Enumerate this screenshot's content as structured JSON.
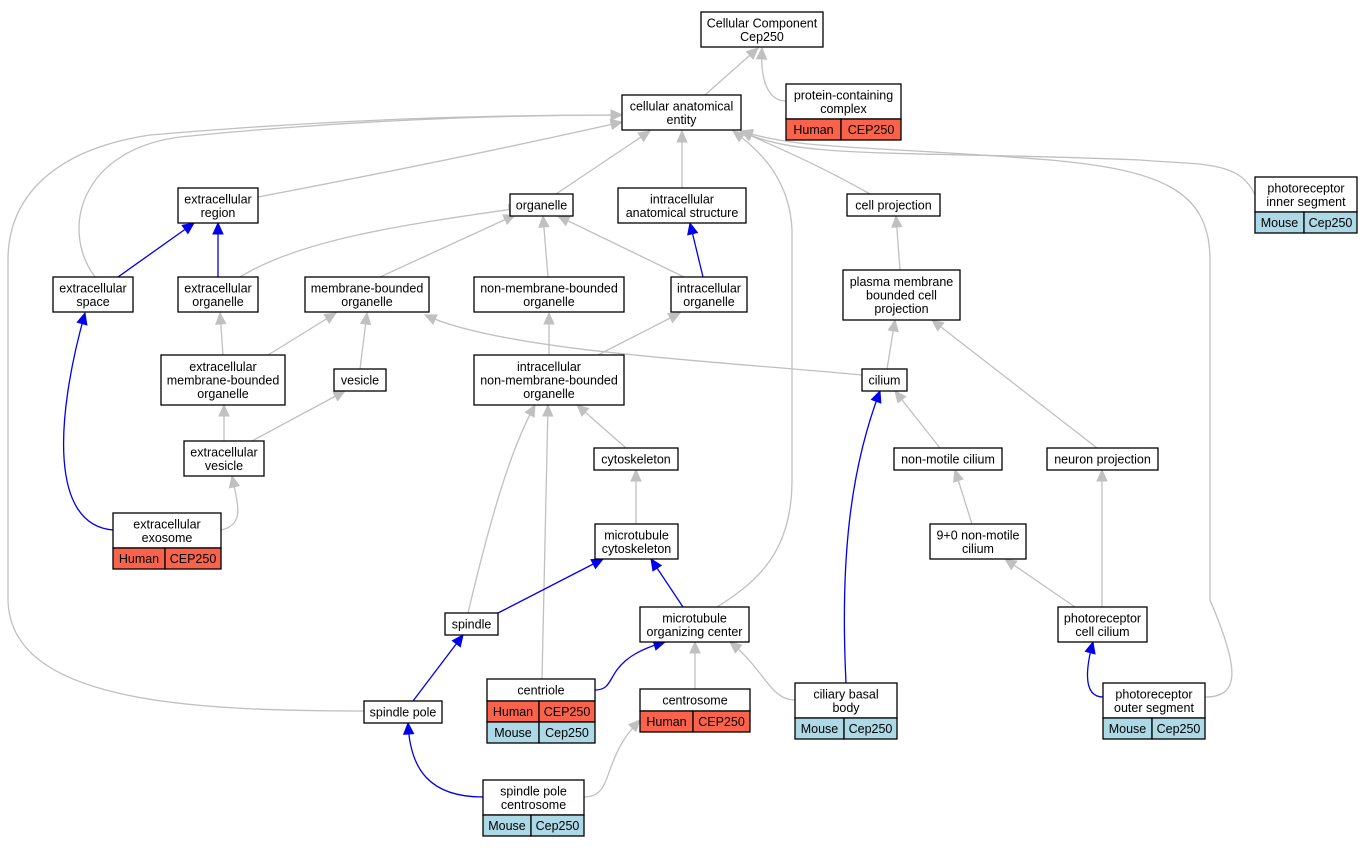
{
  "colors": {
    "human": "#f9634b",
    "mouse": "#add8e6",
    "is_a_edge": "#c0c0c0",
    "part_of_edge": "#0000ee"
  },
  "nodes": [
    {
      "id": "root",
      "label": [
        "Cellular Component",
        "Cep250"
      ]
    },
    {
      "id": "protein_complex",
      "label": [
        "protein-containing",
        "complex"
      ],
      "annotations": [
        [
          "Human",
          "CEP250"
        ]
      ]
    },
    {
      "id": "cae",
      "label": [
        "cellular anatomical",
        "entity"
      ]
    },
    {
      "id": "ext_region",
      "label": [
        "extracellular",
        "region"
      ]
    },
    {
      "id": "organelle",
      "label": [
        "organelle"
      ]
    },
    {
      "id": "intra_struct",
      "label": [
        "intracellular",
        "anatomical structure"
      ]
    },
    {
      "id": "cell_proj",
      "label": [
        "cell projection"
      ]
    },
    {
      "id": "pr_inner",
      "label": [
        "photoreceptor",
        "inner segment"
      ],
      "annotations": [
        [
          "Mouse",
          "Cep250"
        ]
      ]
    },
    {
      "id": "ext_space",
      "label": [
        "extracellular",
        "space"
      ]
    },
    {
      "id": "ext_organelle",
      "label": [
        "extracellular",
        "organelle"
      ]
    },
    {
      "id": "mem_organelle",
      "label": [
        "membrane-bounded",
        "organelle"
      ]
    },
    {
      "id": "nonmem_organelle",
      "label": [
        "non-membrane-bounded",
        "organelle"
      ]
    },
    {
      "id": "intra_organelle",
      "label": [
        "intracellular",
        "organelle"
      ]
    },
    {
      "id": "pm_proj",
      "label": [
        "plasma membrane",
        "bounded cell",
        "projection"
      ]
    },
    {
      "id": "ext_mem_organelle",
      "label": [
        "extracellular",
        "membrane-bounded",
        "organelle"
      ]
    },
    {
      "id": "vesicle",
      "label": [
        "vesicle"
      ]
    },
    {
      "id": "intra_nonmem",
      "label": [
        "intracellular",
        "non-membrane-bounded",
        "organelle"
      ]
    },
    {
      "id": "cilium",
      "label": [
        "cilium"
      ]
    },
    {
      "id": "ext_vesicle",
      "label": [
        "extracellular",
        "vesicle"
      ]
    },
    {
      "id": "cytoskeleton",
      "label": [
        "cytoskeleton"
      ]
    },
    {
      "id": "nonmotile",
      "label": [
        "non-motile cilium"
      ]
    },
    {
      "id": "neuron_proj",
      "label": [
        "neuron projection"
      ]
    },
    {
      "id": "exosome",
      "label": [
        "extracellular",
        "exosome"
      ],
      "annotations": [
        [
          "Human",
          "CEP250"
        ]
      ]
    },
    {
      "id": "mt_cyto",
      "label": [
        "microtubule",
        "cytoskeleton"
      ]
    },
    {
      "id": "nine_zero",
      "label": [
        "9+0 non-motile",
        "cilium"
      ]
    },
    {
      "id": "spindle",
      "label": [
        "spindle"
      ]
    },
    {
      "id": "mtoc",
      "label": [
        "microtubule",
        "organizing center"
      ]
    },
    {
      "id": "pr_cilium",
      "label": [
        "photoreceptor",
        "cell cilium"
      ]
    },
    {
      "id": "centriole",
      "label": [
        "centriole"
      ],
      "annotations": [
        [
          "Human",
          "CEP250"
        ],
        [
          "Mouse",
          "Cep250"
        ]
      ]
    },
    {
      "id": "centrosome",
      "label": [
        "centrosome"
      ],
      "annotations": [
        [
          "Human",
          "CEP250"
        ]
      ]
    },
    {
      "id": "basal_body",
      "label": [
        "ciliary basal",
        "body"
      ],
      "annotations": [
        [
          "Mouse",
          "Cep250"
        ]
      ]
    },
    {
      "id": "pr_outer",
      "label": [
        "photoreceptor",
        "outer segment"
      ],
      "annotations": [
        [
          "Mouse",
          "Cep250"
        ]
      ]
    },
    {
      "id": "spindle_pole",
      "label": [
        "spindle pole"
      ]
    },
    {
      "id": "sp_centrosome",
      "label": [
        "spindle pole",
        "centrosome"
      ],
      "annotations": [
        [
          "Mouse",
          "Cep250"
        ]
      ]
    }
  ],
  "edges": [
    {
      "from": "cae",
      "to": "root",
      "relation": "is_a"
    },
    {
      "from": "protein_complex",
      "to": "root",
      "relation": "is_a"
    },
    {
      "from": "ext_region",
      "to": "cae",
      "relation": "is_a"
    },
    {
      "from": "organelle",
      "to": "cae",
      "relation": "is_a"
    },
    {
      "from": "intra_struct",
      "to": "cae",
      "relation": "is_a"
    },
    {
      "from": "cell_proj",
      "to": "cae",
      "relation": "is_a"
    },
    {
      "from": "pr_inner",
      "to": "cae",
      "relation": "is_a"
    },
    {
      "from": "ext_space",
      "to": "cae",
      "relation": "is_a"
    },
    {
      "from": "spindle_pole",
      "to": "cae",
      "relation": "is_a"
    },
    {
      "from": "mtoc",
      "to": "cae",
      "relation": "is_a"
    },
    {
      "from": "pr_outer",
      "to": "cae",
      "relation": "is_a"
    },
    {
      "from": "ext_space",
      "to": "ext_region",
      "relation": "part_of"
    },
    {
      "from": "ext_organelle",
      "to": "ext_region",
      "relation": "part_of"
    },
    {
      "from": "ext_organelle",
      "to": "organelle",
      "relation": "is_a"
    },
    {
      "from": "mem_organelle",
      "to": "organelle",
      "relation": "is_a"
    },
    {
      "from": "nonmem_organelle",
      "to": "organelle",
      "relation": "is_a"
    },
    {
      "from": "intra_organelle",
      "to": "organelle",
      "relation": "is_a"
    },
    {
      "from": "intra_organelle",
      "to": "intra_struct",
      "relation": "part_of"
    },
    {
      "from": "pm_proj",
      "to": "cell_proj",
      "relation": "is_a"
    },
    {
      "from": "exosome",
      "to": "ext_space",
      "relation": "part_of"
    },
    {
      "from": "ext_mem_organelle",
      "to": "ext_organelle",
      "relation": "is_a"
    },
    {
      "from": "ext_mem_organelle",
      "to": "mem_organelle",
      "relation": "is_a"
    },
    {
      "from": "vesicle",
      "to": "mem_organelle",
      "relation": "is_a"
    },
    {
      "from": "cilium",
      "to": "mem_organelle",
      "relation": "is_a"
    },
    {
      "from": "intra_nonmem",
      "to": "nonmem_organelle",
      "relation": "is_a"
    },
    {
      "from": "intra_nonmem",
      "to": "intra_organelle",
      "relation": "is_a"
    },
    {
      "from": "cilium",
      "to": "pm_proj",
      "relation": "is_a"
    },
    {
      "from": "neuron_proj",
      "to": "pm_proj",
      "relation": "is_a"
    },
    {
      "from": "ext_vesicle",
      "to": "ext_mem_organelle",
      "relation": "is_a"
    },
    {
      "from": "ext_vesicle",
      "to": "vesicle",
      "relation": "is_a"
    },
    {
      "from": "cytoskeleton",
      "to": "intra_nonmem",
      "relation": "is_a"
    },
    {
      "from": "spindle",
      "to": "intra_nonmem",
      "relation": "is_a"
    },
    {
      "from": "centriole",
      "to": "intra_nonmem",
      "relation": "is_a"
    },
    {
      "from": "nonmotile",
      "to": "cilium",
      "relation": "is_a"
    },
    {
      "from": "basal_body",
      "to": "cilium",
      "relation": "part_of"
    },
    {
      "from": "exosome",
      "to": "ext_vesicle",
      "relation": "is_a"
    },
    {
      "from": "mt_cyto",
      "to": "cytoskeleton",
      "relation": "is_a"
    },
    {
      "from": "nine_zero",
      "to": "nonmotile",
      "relation": "is_a"
    },
    {
      "from": "pr_cilium",
      "to": "neuron_proj",
      "relation": "is_a"
    },
    {
      "from": "spindle",
      "to": "mt_cyto",
      "relation": "part_of"
    },
    {
      "from": "mtoc",
      "to": "mt_cyto",
      "relation": "part_of"
    },
    {
      "from": "pr_cilium",
      "to": "nine_zero",
      "relation": "is_a"
    },
    {
      "from": "spindle_pole",
      "to": "spindle",
      "relation": "part_of"
    },
    {
      "from": "centriole",
      "to": "mtoc",
      "relation": "part_of"
    },
    {
      "from": "centrosome",
      "to": "mtoc",
      "relation": "is_a"
    },
    {
      "from": "basal_body",
      "to": "mtoc",
      "relation": "is_a"
    },
    {
      "from": "pr_outer",
      "to": "pr_cilium",
      "relation": "part_of"
    },
    {
      "from": "sp_centrosome",
      "to": "spindle_pole",
      "relation": "part_of"
    },
    {
      "from": "sp_centrosome",
      "to": "centrosome",
      "relation": "is_a"
    }
  ]
}
